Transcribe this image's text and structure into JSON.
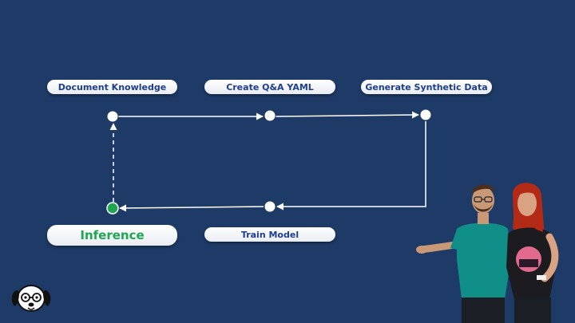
{
  "diagram": {
    "steps": {
      "document_knowledge": "Document Knowledge",
      "create_qa_yaml": "Create Q&A YAML",
      "generate_synthetic_data": "Generate Synthetic Data",
      "train_model": "Train Model",
      "inference": "Inference"
    },
    "colors": {
      "background": "#1e3a66",
      "label_text": "#1d3d8f",
      "inference_text": "#1fa652",
      "active_node": "#1fa652",
      "node": "#ffffff",
      "connector": "#ffffff"
    },
    "flow_order": [
      "document_knowledge",
      "create_qa_yaml",
      "generate_synthetic_data",
      "train_model",
      "inference",
      "document_knowledge"
    ]
  },
  "decor": {
    "logo_icon": "dog-face-icon",
    "characters": "two-presenter-characters-illustration"
  }
}
